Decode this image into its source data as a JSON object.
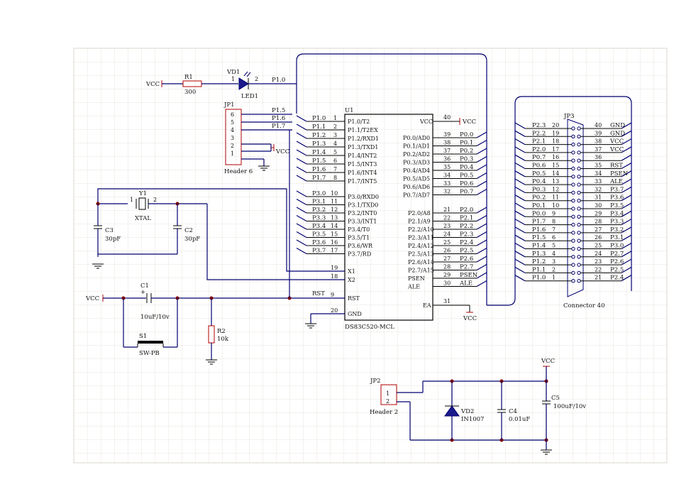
{
  "power": {
    "vcc": "VCC"
  },
  "led": {
    "r1_ref": "R1",
    "r1_val": "300",
    "vd1_ref": "VD1",
    "led_name": "LED1",
    "pin1": "1",
    "pin2": "2",
    "net": "P1.0"
  },
  "jp1": {
    "ref": "JP1",
    "name": "Header 6",
    "pins": [
      "6",
      "5",
      "4",
      "3",
      "2",
      "1"
    ],
    "nets": [
      "P1.5",
      "P1.6",
      "P1.7"
    ],
    "vcc": "VCC"
  },
  "crystal": {
    "y1_ref": "Y1",
    "y1_name": "XTAL",
    "pin1": "1",
    "pin2": "2",
    "c3_ref": "C3",
    "c3_val": "30pF",
    "c2_ref": "C2",
    "c2_val": "30pF"
  },
  "reset": {
    "vcc": "VCC",
    "c1_ref": "C1",
    "c1_val": "10uF/10v",
    "s1_ref": "S1",
    "s1_name": "SW-PB",
    "r2_ref": "R2",
    "r2_val": "10k",
    "net": "RST",
    "plus": "+"
  },
  "u1": {
    "ref": "U1",
    "name": "DS83C520-MCL",
    "left_nets": [
      "P1.0",
      "P1.1",
      "P1.2",
      "P1.3",
      "P1.4",
      "P1.5",
      "P1.6",
      "P1.7"
    ],
    "left_pins": [
      "1",
      "2",
      "3",
      "4",
      "5",
      "6",
      "7",
      "8"
    ],
    "left_funcs": [
      "P1.0/T2",
      "P1.1/T2EX",
      "P1.2/RXD1",
      "P1.3/TXD1",
      "P1.4/INT2",
      "P1.5/INT3",
      "P1.6/INT4",
      "P1.7/INT5"
    ],
    "p3_nets": [
      "P3.0",
      "P3.1",
      "P3.2",
      "P3.3",
      "P3.4",
      "P3.5",
      "P3.6",
      "P3.7"
    ],
    "p3_pins": [
      "10",
      "11",
      "12",
      "13",
      "14",
      "15",
      "16",
      "17"
    ],
    "p3_funcs": [
      "P3.0/RXD0",
      "P3.1/TXD0",
      "P3.2/INT0",
      "P3.3/INT1",
      "P3.4/T0",
      "P3.5/T1",
      "P3.6/WR",
      "P3.7/RD"
    ],
    "misc_pins": [
      "19",
      "18",
      "9",
      "20"
    ],
    "misc_funcs": [
      "X1",
      "X2",
      "RST",
      "GND"
    ],
    "vcc_pin": "40",
    "vcc_label": "VCC",
    "vcc_net": "VCC",
    "p0_pins": [
      "39",
      "38",
      "37",
      "36",
      "35",
      "34",
      "33",
      "32"
    ],
    "p0_funcs": [
      "P0.0/AD0",
      "P0.1/AD1",
      "P0.2/AD2",
      "P0.3/AD3",
      "P0.4/AD4",
      "P0.5/AD5",
      "P0.6/AD6",
      "P0.7/AD7"
    ],
    "p0_nets": [
      "P0.0",
      "P0.1",
      "P0.2",
      "P0.3",
      "P0.4",
      "P0.5",
      "P0.6",
      "P0.7"
    ],
    "p2_pins": [
      "21",
      "22",
      "23",
      "24",
      "25",
      "26",
      "27",
      "28",
      "29",
      "30"
    ],
    "p2_funcs": [
      "P2.0/A8",
      "P2.1/A9",
      "P2.2/A10",
      "P2.3/A11",
      "P2.4/A12",
      "P2.5/A13",
      "P2.6/A14",
      "P2.7/A15",
      "PSEN",
      "ALE"
    ],
    "p2_nets": [
      "P2.0",
      "P2.1",
      "P2.2",
      "P2.3",
      "P2.4",
      "P2.5",
      "P2.6",
      "P2.7",
      "PSEN",
      "ALE"
    ],
    "ea_pin": "31",
    "ea_func": "EA",
    "ea_net": "VCC"
  },
  "jp3": {
    "ref": "JP3",
    "name": "Connector 40",
    "left_nets": [
      "P2.3",
      "P2.2",
      "P2.1",
      "P2.0",
      "P0.7",
      "P0.6",
      "P0.5",
      "P0.4",
      "P0.3",
      "P0.2",
      "P0.1",
      "P0.0",
      "P1.7",
      "P1.6",
      "P1.5",
      "P1.4",
      "P1.3",
      "P1.2",
      "P1.1",
      "P1.0"
    ],
    "left_pins": [
      "20",
      "19",
      "18",
      "17",
      "16",
      "15",
      "14",
      "13",
      "12",
      "11",
      "10",
      "9",
      "8",
      "7",
      "6",
      "5",
      "4",
      "3",
      "2",
      "1"
    ],
    "right_pins": [
      "40",
      "39",
      "38",
      "37",
      "36",
      "35",
      "34",
      "33",
      "32",
      "31",
      "30",
      "29",
      "28",
      "27",
      "26",
      "25",
      "24",
      "23",
      "22",
      "21"
    ],
    "right_nets": [
      "GND",
      "GND",
      "VCC",
      "VCC",
      "",
      "RST",
      "PSEN",
      "ALE",
      "P3.7",
      "P3.6",
      "P3.5",
      "P3.4",
      "P3.3",
      "P3.2",
      "P3.1",
      "P3.0",
      "P2.7",
      "P2.6",
      "P2.5",
      "P2.4"
    ]
  },
  "psu": {
    "jp2_ref": "JP2",
    "jp2_name": "Header 2",
    "pin1": "1",
    "pin2": "2",
    "vd2_ref": "VD2",
    "vd2_name": "IN1007",
    "c4_ref": "C4",
    "c4_val": "0.01uF",
    "c5_ref": "C5",
    "c5_val": "100uF/10v",
    "vcc": "VCC"
  }
}
